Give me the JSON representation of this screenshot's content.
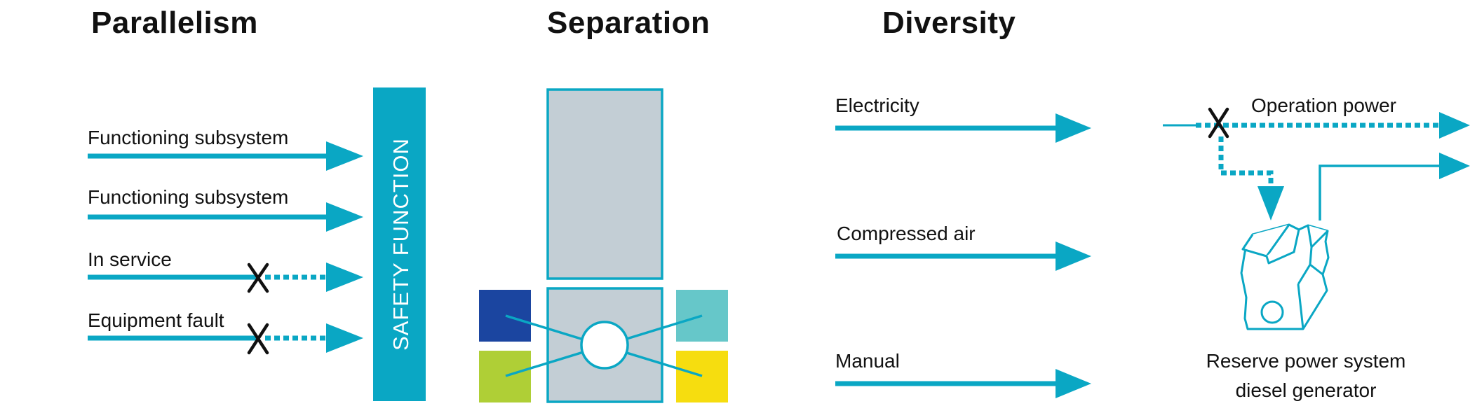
{
  "headings": {
    "parallelism": "Parallelism",
    "separation": "Separation",
    "diversity": "Diversity"
  },
  "parallelism": {
    "inputs": [
      {
        "label": "Functioning subsystem",
        "state": "functioning"
      },
      {
        "label": "Functioning subsystem",
        "state": "functioning"
      },
      {
        "label": "In service",
        "state": "interrupted"
      },
      {
        "label": "Equipment fault",
        "state": "interrupted"
      }
    ],
    "block_label": "SAFETY FUNCTION",
    "fail_mark": "X"
  },
  "diversity": {
    "inputs": [
      "Electricity",
      "Compressed air",
      "Manual"
    ],
    "operation_power_label": "Operation power",
    "fail_mark": "X",
    "reserve_caption_line1": "Reserve power system",
    "reserve_caption_line2": "diesel generator"
  },
  "colors": {
    "accent": "#0AA7C4",
    "safety_block": "#0AA7C4",
    "room_fill": "#C3CED5",
    "room_border": "#0AA7C4",
    "dark_blue": "#1B45A0",
    "teal": "#66C7C9",
    "lime": "#AFCF36",
    "yellow": "#F6DD0F",
    "fail_mark": "#111111"
  }
}
